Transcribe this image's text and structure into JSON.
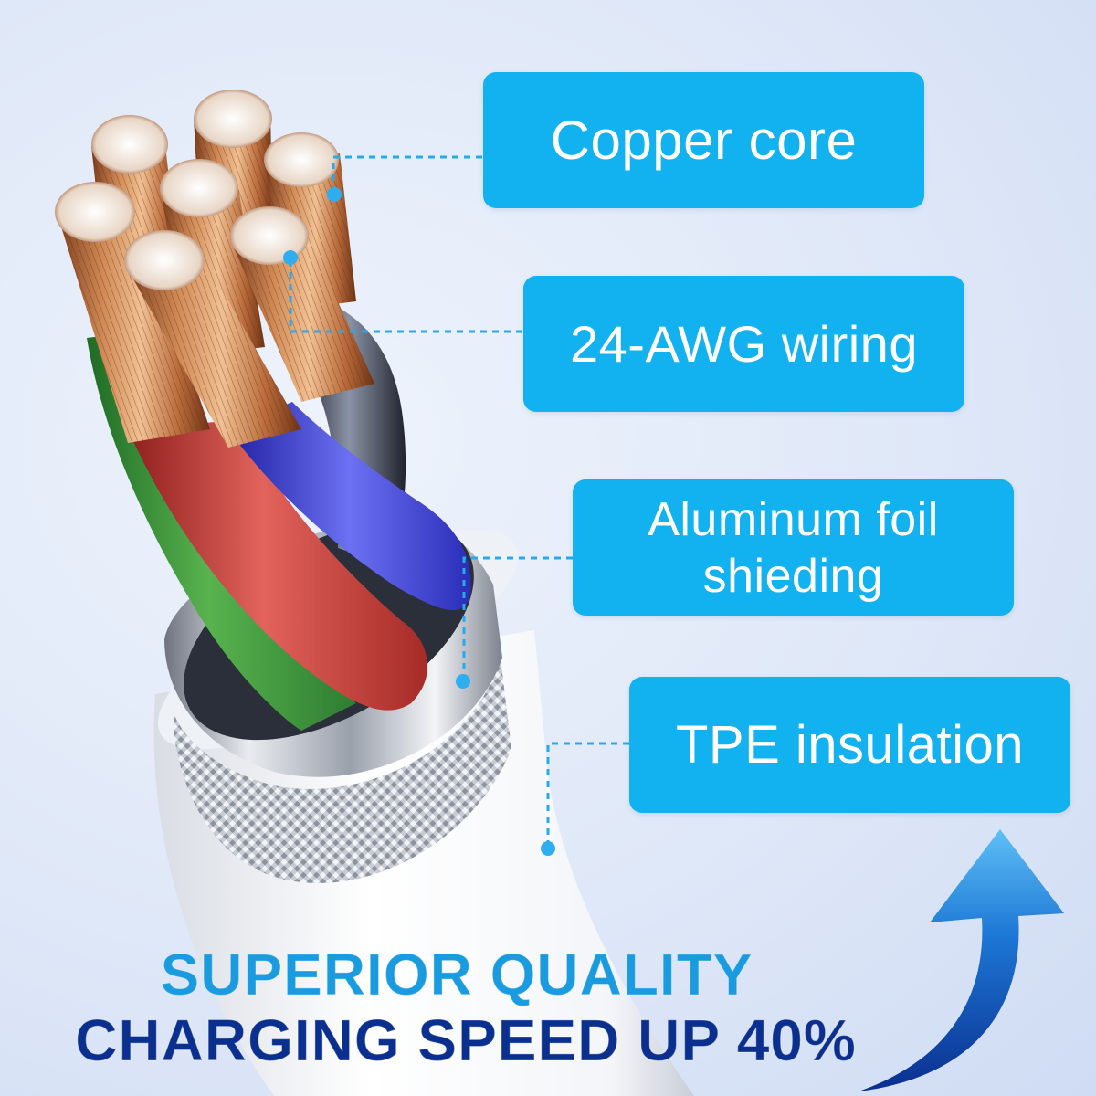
{
  "labels": {
    "copper_core": "Copper core",
    "awg_wiring": "24-AWG wiring",
    "foil_line1": "Aluminum foil",
    "foil_line2": "shieding",
    "tpe_insulation": "TPE insulation"
  },
  "headline": {
    "line1": "SUPERIOR QUALITY",
    "line2": "CHARGING SPEED UP 40%"
  },
  "colors": {
    "label_box": "#12b1ef",
    "headline_line1": "#1a9be0",
    "headline_line2": "#0a2f8f",
    "wire_green": "#3c9a3a",
    "wire_red": "#c8403a",
    "wire_blue": "#3b3fd0",
    "wire_black": "#2b2f3a",
    "copper": "#b46a3c",
    "arrow": "#1e6fd0"
  }
}
